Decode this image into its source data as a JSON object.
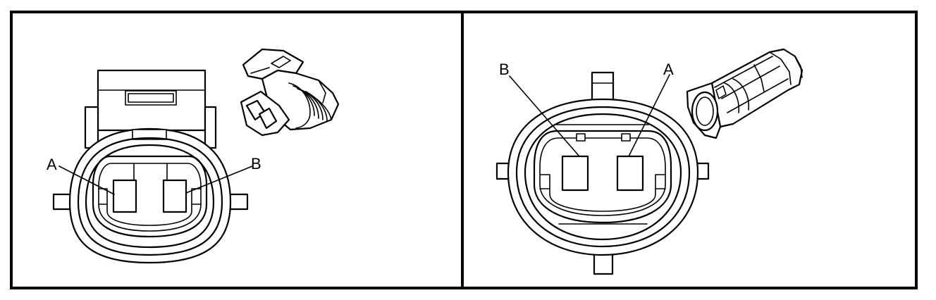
{
  "left_view": {
    "label_a": "A",
    "label_b": "B"
  },
  "right_view": {
    "label_a": "A",
    "label_b": "B"
  }
}
